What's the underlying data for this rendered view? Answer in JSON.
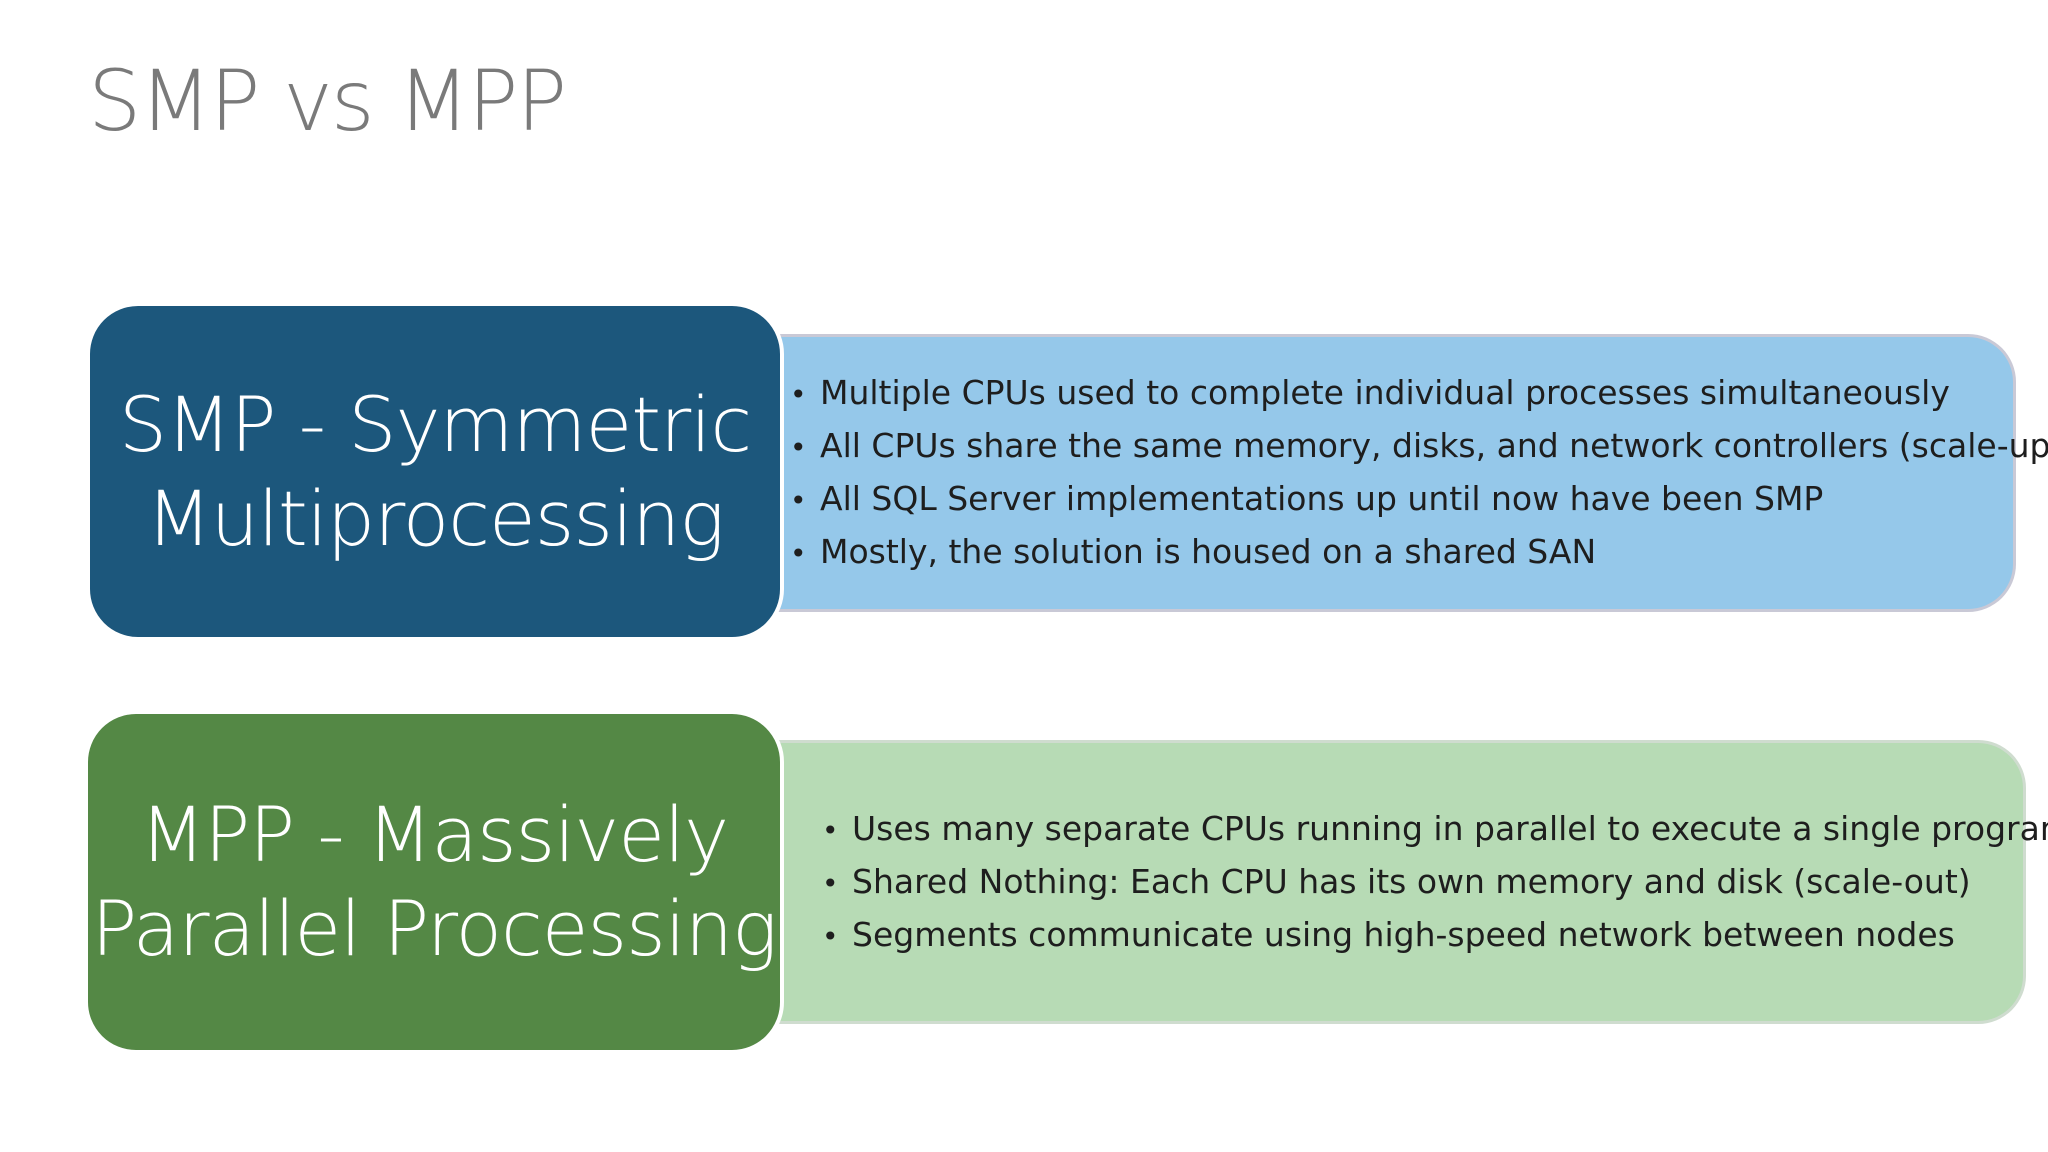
{
  "slide": {
    "title": "SMP vs MPP"
  },
  "smp": {
    "label_line1": "SMP - Symmetric",
    "label_line2": "Multiprocessing",
    "bullets": [
      "Multiple CPUs used to complete individual processes simultaneously",
      "All CPUs share the same memory, disks, and network controllers (scale-up)",
      "All SQL Server implementations up until now have been SMP",
      "Mostly, the solution is housed on a shared SAN"
    ]
  },
  "mpp": {
    "label_line1": "MPP - Massively",
    "label_line2": "Parallel Processing",
    "bullets": [
      "Uses many separate CPUs running in parallel to execute a single program",
      "Shared Nothing: Each CPU has its own memory and disk (scale-out)",
      "Segments communicate using high-speed network between nodes"
    ]
  },
  "colors": {
    "smp_label_bg": "#1c577c",
    "smp_detail_bg": "#95c8ea",
    "mpp_label_bg": "#548845",
    "mpp_detail_bg": "#b7dbb5",
    "title_text": "#7a7a7a"
  },
  "bullet_glyph": "•"
}
